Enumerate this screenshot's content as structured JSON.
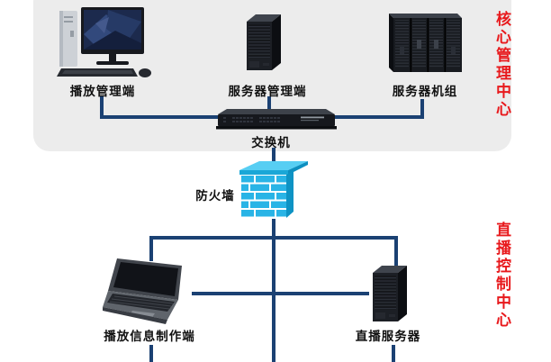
{
  "diagram": {
    "title": "network-topology",
    "colors": {
      "panel_bg": "#ececec",
      "line": "#1b4173",
      "zone_text": "#e8191c",
      "firewall_brick": "#29b4e6"
    },
    "zones": [
      {
        "label": "核心管理中心"
      },
      {
        "label": "直播控制中心"
      }
    ],
    "nodes": [
      {
        "id": "playback-management",
        "label": "播放管理端"
      },
      {
        "id": "server-management",
        "label": "服务器管理端"
      },
      {
        "id": "server-cluster",
        "label": "服务器机组"
      },
      {
        "id": "switch",
        "label": "交换机"
      },
      {
        "id": "firewall",
        "label": "防火墙"
      },
      {
        "id": "playback-info-production",
        "label": "播放信息制作端"
      },
      {
        "id": "live-server",
        "label": "直播服务器"
      }
    ]
  }
}
